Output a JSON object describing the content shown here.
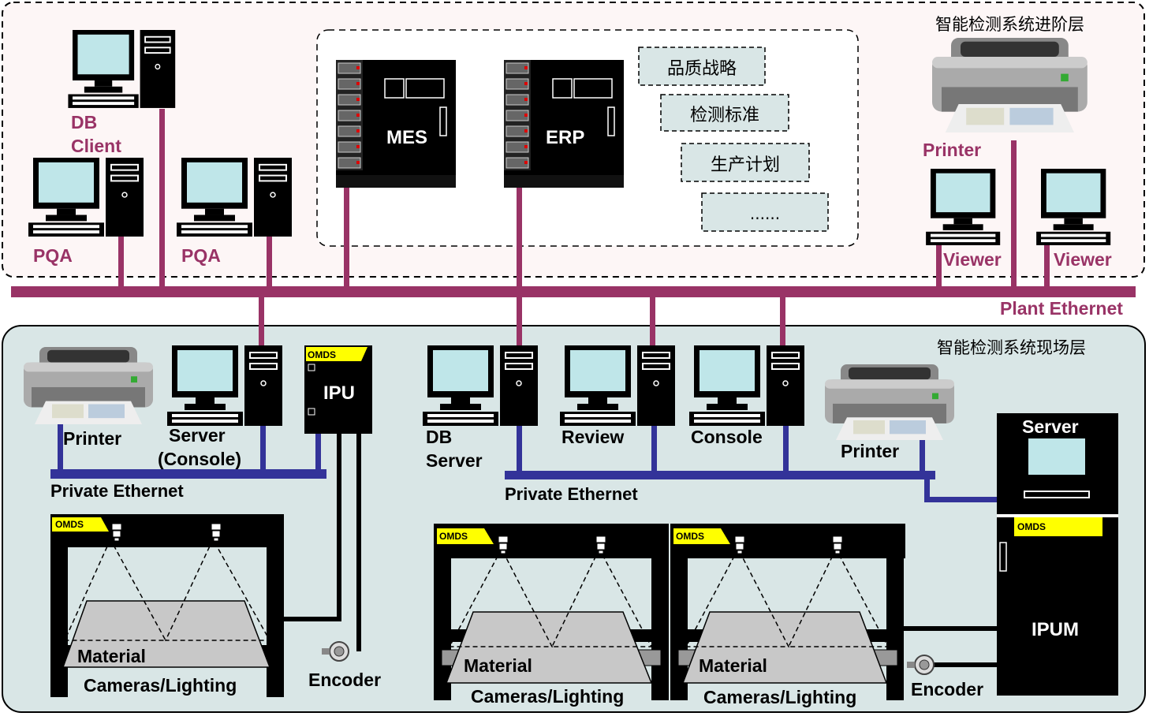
{
  "zones": {
    "upper_title": "智能检测系统进阶层",
    "lower_title": "智能检测系统现场层"
  },
  "upper": {
    "db_client_line1": "DB",
    "db_client_line2": "Client",
    "pqa_left": "PQA",
    "pqa_right": "PQA",
    "mes": "MES",
    "erp": "ERP",
    "strategy": [
      "品质战略",
      "检测标准",
      "生产计划",
      "......"
    ],
    "printer": "Printer",
    "viewer_left": "Viewer",
    "viewer_right": "Viewer"
  },
  "network": {
    "plant_ethernet": "Plant Ethernet",
    "private_ethernet_left": "Private Ethernet",
    "private_ethernet_right": "Private Ethernet"
  },
  "lower": {
    "printer_left": "Printer",
    "server_console_line1": "Server",
    "server_console_line2": "(Console)",
    "ipu": "IPU",
    "omds": "OMDS",
    "db_server_line1": "DB",
    "db_server_line2": "Server",
    "review": "Review",
    "console": "Console",
    "printer_right": "Printer",
    "ipum_server": "Server",
    "ipum": "IPUM",
    "material": "Material",
    "cameras_lighting": "Cameras/Lighting",
    "encoder": "Encoder"
  },
  "colors": {
    "plant_ethernet": "#993366",
    "private_ethernet": "#333399",
    "label_maroon": "#993366",
    "lower_zone_fill": "#d9e6e6",
    "upper_zone_fill": "#fdf6f6",
    "screen": "#bfe6e9",
    "omds_yellow": "#ffff00"
  },
  "icons": [
    "desktop-computer-icon",
    "server-rack-icon",
    "printer-icon",
    "encoder-icon",
    "camera-icon"
  ]
}
